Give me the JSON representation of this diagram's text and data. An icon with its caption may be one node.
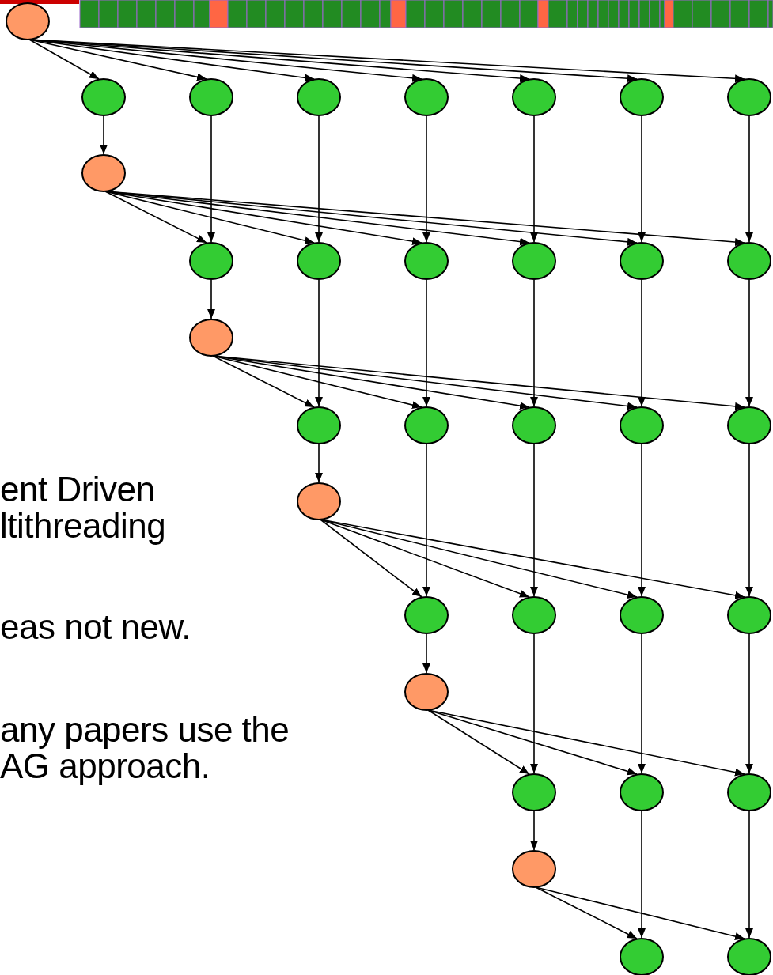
{
  "diagram": {
    "nodes": [
      {
        "text": [],
        "shape": "circle"
      },
      {
        "text": [],
        "shape": "circle"
      },
      {
        "text": [],
        "shape": "circle"
      },
      {
        "text": [],
        "shape": "circle"
      },
      {
        "text": [],
        "shape": "circle"
      },
      {
        "text": [],
        "shape": "circle"
      },
      {
        "text": [],
        "shape": "circle"
      },
      {
        "text": [],
        "shape": "circle"
      },
      {
        "text": [],
        "shape": "circle"
      },
      {
        "text": [],
        "shape": "circle"
      },
      {
        "text": [],
        "shape": "circle"
      },
      {
        "text": [],
        "shape": "circle"
      },
      {
        "text": [],
        "shape": "circle"
      },
      {
        "text": [],
        "shape": "circle"
      },
      {
        "text": [],
        "shape": "circle"
      },
      {
        "text": [],
        "shape": "circle"
      },
      {
        "text": [],
        "shape": "circle"
      },
      {
        "text": [],
        "shape": "circle"
      },
      {
        "text": [],
        "shape": "circle"
      },
      {
        "text": [],
        "shape": "circle"
      },
      {
        "text": [],
        "shape": "circle"
      },
      {
        "text": [],
        "shape": "circle"
      },
      {
        "text": [],
        "shape": "circle"
      },
      {
        "text": [],
        "shape": "circle"
      },
      {
        "text": [],
        "shape": "circle"
      },
      {
        "text": [],
        "shape": "circle"
      },
      {
        "text": [],
        "shape": "circle"
      },
      {
        "text": [],
        "shape": "circle"
      },
      {
        "text": [],
        "shape": "circle"
      },
      {
        "text": [],
        "shape": "circle"
      },
      {
        "text": [],
        "shape": "circle"
      },
      {
        "text": [],
        "shape": "circle"
      },
      {
        "text": [],
        "shape": "circle"
      }
    ],
    "edges": [
      {
        "from": 0,
        "to": 1,
        "arrow": "to"
      },
      {
        "from": 0,
        "to": 2,
        "arrow": "to"
      },
      {
        "from": 0,
        "to": 3,
        "arrow": "to"
      },
      {
        "from": 0,
        "to": 4,
        "arrow": "to"
      },
      {
        "from": 0,
        "to": 5,
        "arrow": "to"
      },
      {
        "from": 0,
        "to": 6,
        "arrow": "to"
      },
      {
        "from": 0,
        "to": 7,
        "arrow": "to"
      },
      {
        "from": 1,
        "to": 8,
        "arrow": "to"
      },
      {
        "from": 8,
        "to": 9,
        "arrow": "to"
      },
      {
        "from": 8,
        "to": 10,
        "arrow": "to"
      },
      {
        "from": 8,
        "to": 11,
        "arrow": "to"
      },
      {
        "from": 8,
        "to": 12,
        "arrow": "to"
      },
      {
        "from": 8,
        "to": 13,
        "arrow": "to"
      },
      {
        "from": 8,
        "to": 14,
        "arrow": "to"
      },
      {
        "from": 2,
        "to": 9,
        "arrow": "to"
      },
      {
        "from": 3,
        "to": 10,
        "arrow": "to"
      },
      {
        "from": 4,
        "to": 11,
        "arrow": "to"
      },
      {
        "from": 5,
        "to": 12,
        "arrow": "to"
      },
      {
        "from": 6,
        "to": 13,
        "arrow": "to"
      },
      {
        "from": 7,
        "to": 14,
        "arrow": "to"
      },
      {
        "from": 9,
        "to": 15,
        "arrow": "to"
      },
      {
        "from": 15,
        "to": 16,
        "arrow": "to"
      },
      {
        "from": 15,
        "to": 17,
        "arrow": "to"
      },
      {
        "from": 15,
        "to": 18,
        "arrow": "to"
      },
      {
        "from": 15,
        "to": 19,
        "arrow": "to"
      },
      {
        "from": 15,
        "to": 20,
        "arrow": "to"
      },
      {
        "from": 10,
        "to": 16,
        "arrow": "to"
      },
      {
        "from": 11,
        "to": 17,
        "arrow": "to"
      },
      {
        "from": 12,
        "to": 18,
        "arrow": "to"
      },
      {
        "from": 13,
        "to": 19,
        "arrow": "to"
      },
      {
        "from": 14,
        "to": 20,
        "arrow": "to"
      },
      {
        "from": 16,
        "to": 21,
        "arrow": "to"
      },
      {
        "from": 21,
        "to": 22,
        "arrow": "to"
      },
      {
        "from": 21,
        "to": 23,
        "arrow": "to"
      },
      {
        "from": 21,
        "to": 24,
        "arrow": "to"
      },
      {
        "from": 21,
        "to": 25,
        "arrow": "to"
      },
      {
        "from": 17,
        "to": 22,
        "arrow": "to"
      },
      {
        "from": 18,
        "to": 23,
        "arrow": "to"
      },
      {
        "from": 19,
        "to": 24,
        "arrow": "to"
      },
      {
        "from": 20,
        "to": 25,
        "arrow": "to"
      },
      {
        "from": 22,
        "to": 26,
        "arrow": "to"
      },
      {
        "from": 26,
        "to": 27,
        "arrow": "to"
      },
      {
        "from": 26,
        "to": 28,
        "arrow": "to"
      },
      {
        "from": 26,
        "to": 29,
        "arrow": "to"
      },
      {
        "from": 23,
        "to": 27,
        "arrow": "to"
      },
      {
        "from": 24,
        "to": 28,
        "arrow": "to"
      },
      {
        "from": 25,
        "to": 29,
        "arrow": "to"
      },
      {
        "from": 27,
        "to": 30,
        "arrow": "to"
      },
      {
        "from": 30,
        "to": 31,
        "arrow": "to"
      },
      {
        "from": 30,
        "to": 32,
        "arrow": "to"
      },
      {
        "from": 28,
        "to": 31,
        "arrow": "to"
      },
      {
        "from": 29,
        "to": 32,
        "arrow": "to"
      }
    ],
    "labels": [
      "ent Driven ltithreading",
      "eas not new.",
      "any papers use the AG approach."
    ]
  }
}
